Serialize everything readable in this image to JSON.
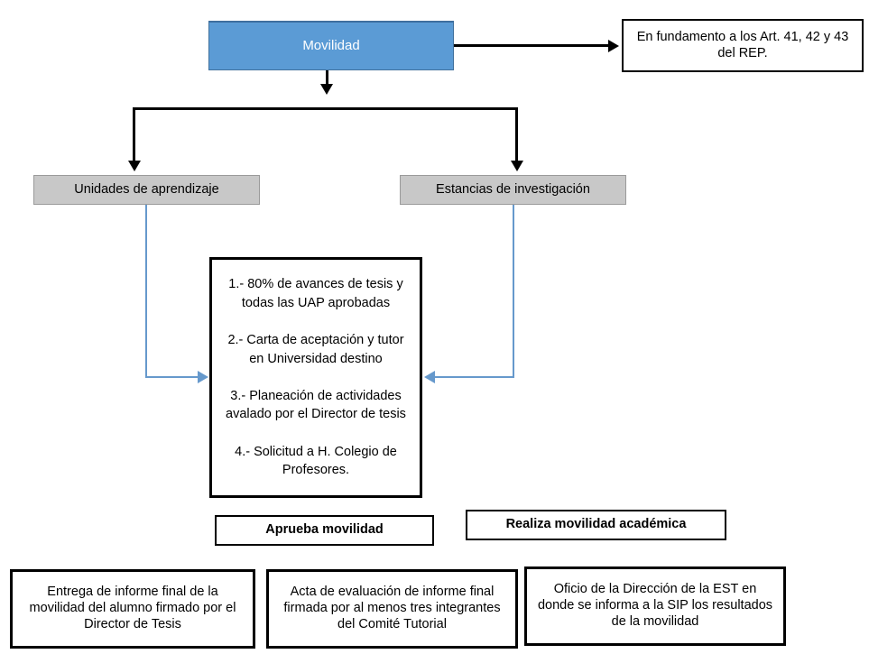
{
  "diagram": {
    "title": "Movilidad",
    "colors": {
      "root_fill": "#5B9BD5",
      "root_border": "#41719C",
      "category_fill": "#C8C8C8",
      "category_border": "#9A9A9A",
      "connector_black": "#000000",
      "connector_blue": "#6699CC",
      "text": "#000000",
      "root_text": "#FFFFFF"
    },
    "nodes": {
      "root": {
        "label": "Movilidad"
      },
      "reference": {
        "label": "En fundamento a los Art.  41, 42 y 43 del REP."
      },
      "branch_left": {
        "label": "Unidades de aprendizaje"
      },
      "branch_right": {
        "label": "Estancias de investigación"
      },
      "criteria": {
        "label": "1.- 80% de avances de tesis y todas las UAP aprobadas\n\n 2.- Carta de aceptación y tutor en Universidad destino\n\n3.- Planeación de actividades avalado por el Director de tesis\n\n4.- Solicitud a H. Colegio de Profesores."
      },
      "approve": {
        "label": "Aprueba movilidad"
      },
      "perform": {
        "label": "Realiza movilidad académica"
      },
      "outcome_report": {
        "label": "Entrega de informe final de la movilidad del alumno firmado por el Director de Tesis"
      },
      "outcome_minutes": {
        "label": "Acta de evaluación de informe final firmada por al menos tres integrantes del Comité Tutorial"
      },
      "outcome_notice": {
        "label": "Oficio de la Dirección de la EST en donde se informa a la SIP los resultados de la movilidad"
      }
    }
  }
}
